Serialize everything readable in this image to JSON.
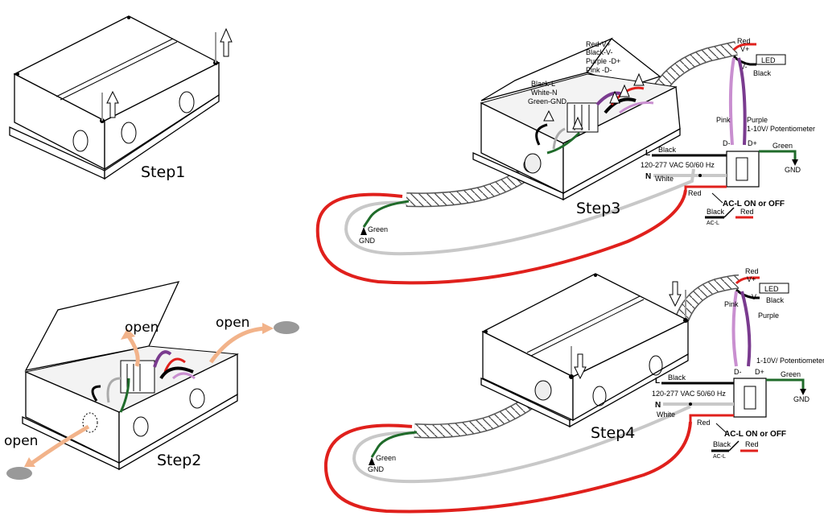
{
  "steps": {
    "step1": "Step1",
    "step2": "Step2",
    "step3": "Step3",
    "step4": "Step4"
  },
  "step2_labels": {
    "open_top": "open",
    "open_right": "open",
    "open_left": "open"
  },
  "step3_labels": {
    "box_wires_left": [
      "Black-L",
      "White-N",
      "Green-GND"
    ],
    "box_wires_right": [
      "Red-V+",
      "Black-V-",
      "Purple -D+",
      "Pink -D-"
    ],
    "red_top": "Red",
    "v_plus": "V+",
    "led": "LED",
    "v_minus": "V-",
    "black_v": "Black",
    "pink": "Pink",
    "purple": "Purple",
    "potentiometer": "1-10V/ Potentiometer",
    "d_minus": "D-",
    "d_plus": "D+",
    "green_right": "Green",
    "gnd_right": "GND",
    "l_mark": "L",
    "black_l": "Black",
    "voltage": "120-277 VAC  50/60 Hz",
    "n_mark": "N",
    "white_n": "White",
    "red_mid": "Red",
    "acl": "AC-L ON or OFF",
    "sw_black": "Black",
    "sw_red": "Red",
    "sw_acl": "AC-L",
    "green_left": "Green",
    "gnd_left": "GND"
  },
  "step4_labels": {
    "red_top": "Red",
    "v_plus": "V+",
    "led": "LED",
    "v_minus": "V-",
    "black_v": "Black",
    "pink": "Pink",
    "purple": "Purple",
    "potentiometer": "1-10V/ Potentiometer",
    "d_minus": "D-",
    "d_plus": "D+",
    "green_right": "Green",
    "gnd_right": "GND",
    "l_mark": "L",
    "black_l": "Black",
    "voltage": "120-277 VAC  50/60 Hz",
    "n_mark": "N",
    "white_n": "White",
    "red_mid": "Red",
    "acl": "AC-L ON or OFF",
    "sw_black": "Black",
    "sw_red": "Red",
    "sw_acl": "AC-L",
    "green_left": "Green",
    "gnd_left": "GND"
  },
  "colors": {
    "red": "#e0201c",
    "purple": "#7a3b8f",
    "pink": "#c98fd0",
    "green": "#1f6b2a",
    "gray": "#c8c8c8",
    "orange": "#f2b38a",
    "black": "#000000"
  }
}
